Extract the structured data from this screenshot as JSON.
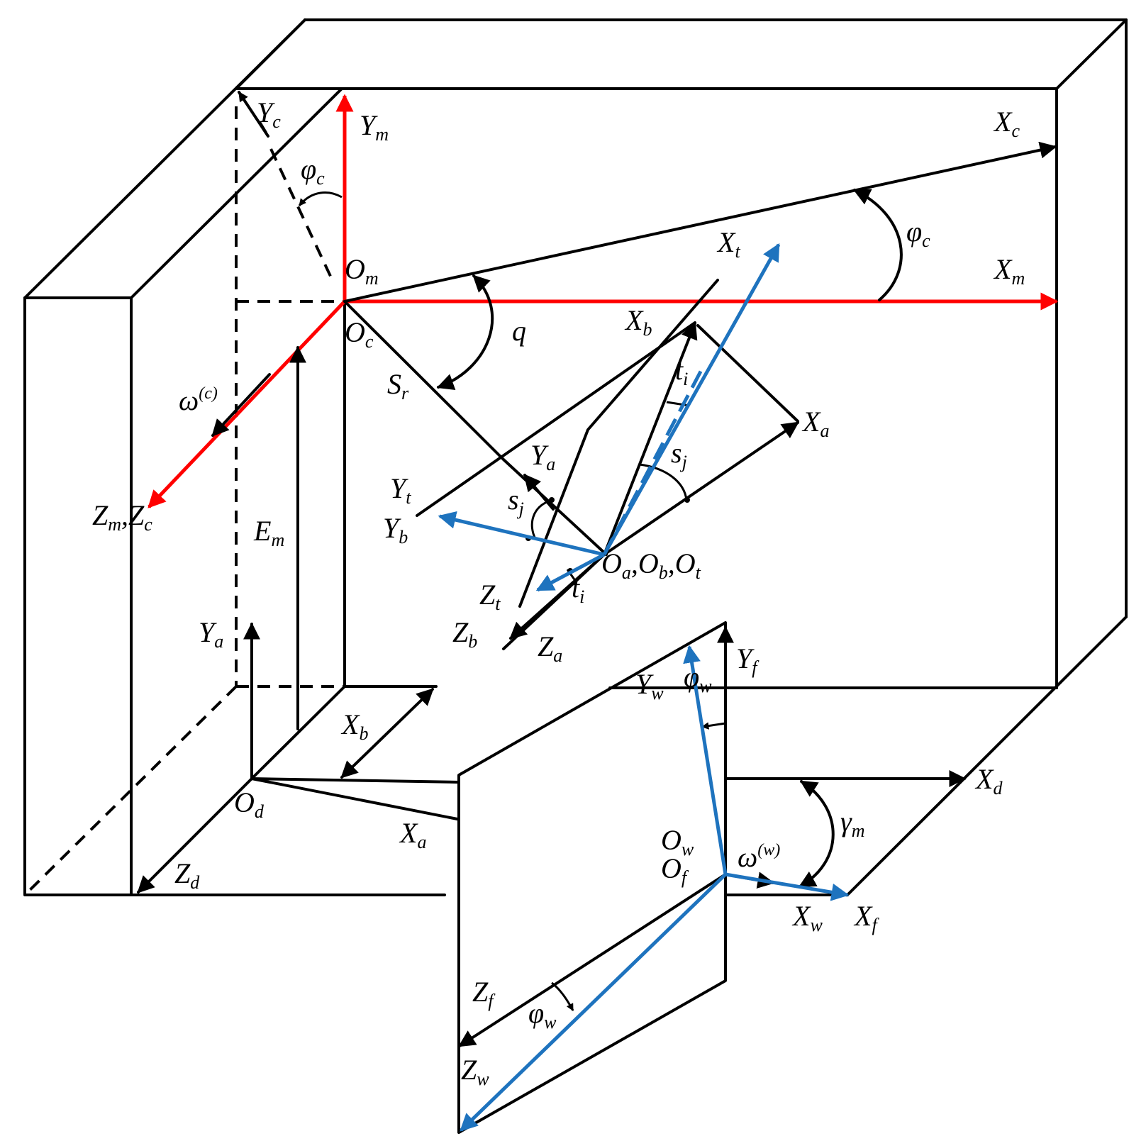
{
  "colors": {
    "machine_frame": "#ff0000",
    "tool_wheel_frames": "#1e73be",
    "other_frames": "#000000"
  },
  "labels": {
    "Ym": {
      "base": "Y",
      "sub": "m"
    },
    "Yc": {
      "base": "Y",
      "sub": "c"
    },
    "phi_c_top": {
      "base": "φ",
      "sub": "c"
    },
    "Xc": {
      "base": "X",
      "sub": "c"
    },
    "phi_c_right": {
      "base": "φ",
      "sub": "c"
    },
    "Xt_top": {
      "base": "X",
      "sub": "t"
    },
    "Om": {
      "base": "O",
      "sub": "m"
    },
    "Xm": {
      "base": "X",
      "sub": "m"
    },
    "Oc": {
      "base": "O",
      "sub": "c"
    },
    "q": {
      "base": "q"
    },
    "Xb_top": {
      "base": "X",
      "sub": "b"
    },
    "ti_top": {
      "base": "t",
      "sub": "i"
    },
    "Sr": {
      "base": "S",
      "sub": "r"
    },
    "omega_c": {
      "base": "ω",
      "sup": "(c)"
    },
    "Xa_right": {
      "base": "X",
      "sub": "a"
    },
    "sj_right": {
      "base": "s",
      "sub": "j"
    },
    "Ya_mid": {
      "base": "Y",
      "sub": "a"
    },
    "Yt": {
      "base": "Y",
      "sub": "t"
    },
    "sj_left": {
      "base": "s",
      "sub": "j"
    },
    "ZmZc": {
      "text": "Z",
      "sub1": "m",
      "sep": ",Z",
      "sub2": "c"
    },
    "Em": {
      "base": "E",
      "sub": "m"
    },
    "Yb": {
      "base": "Y",
      "sub": "b"
    },
    "Oabt": {
      "o1": "O",
      "s1": "a",
      "c1": ",O",
      "s2": "b",
      "c2": ",O",
      "s3": "t"
    },
    "Zt": {
      "base": "Z",
      "sub": "t"
    },
    "ti_bottom": {
      "base": "t",
      "sub": "i"
    },
    "Zb": {
      "base": "Z",
      "sub": "b"
    },
    "Za": {
      "base": "Z",
      "sub": "a"
    },
    "Ya_low": {
      "base": "Y",
      "sub": "a"
    },
    "Yw": {
      "base": "Y",
      "sub": "w"
    },
    "phi_w_top": {
      "base": "φ",
      "sub": "w"
    },
    "Yf": {
      "base": "Y",
      "sub": "f"
    },
    "Xb_low": {
      "base": "X",
      "sub": "b"
    },
    "Od": {
      "base": "O",
      "sub": "d"
    },
    "Xd": {
      "base": "X",
      "sub": "d"
    },
    "Xa_low": {
      "base": "X",
      "sub": "a"
    },
    "gamma_m": {
      "base": "γ",
      "sub": "m"
    },
    "Ow": {
      "base": "O",
      "sub": "w"
    },
    "omega_w": {
      "base": "ω",
      "sup": "(w)"
    },
    "Of": {
      "base": "O",
      "sub": "f"
    },
    "Zd": {
      "base": "Z",
      "sub": "d"
    },
    "Xw": {
      "base": "X",
      "sub": "w"
    },
    "Xf": {
      "base": "X",
      "sub": "f"
    },
    "Zf": {
      "base": "Z",
      "sub": "f"
    },
    "phi_w_bottom": {
      "base": "φ",
      "sub": "w"
    },
    "Zw": {
      "base": "Z",
      "sub": "w"
    }
  }
}
